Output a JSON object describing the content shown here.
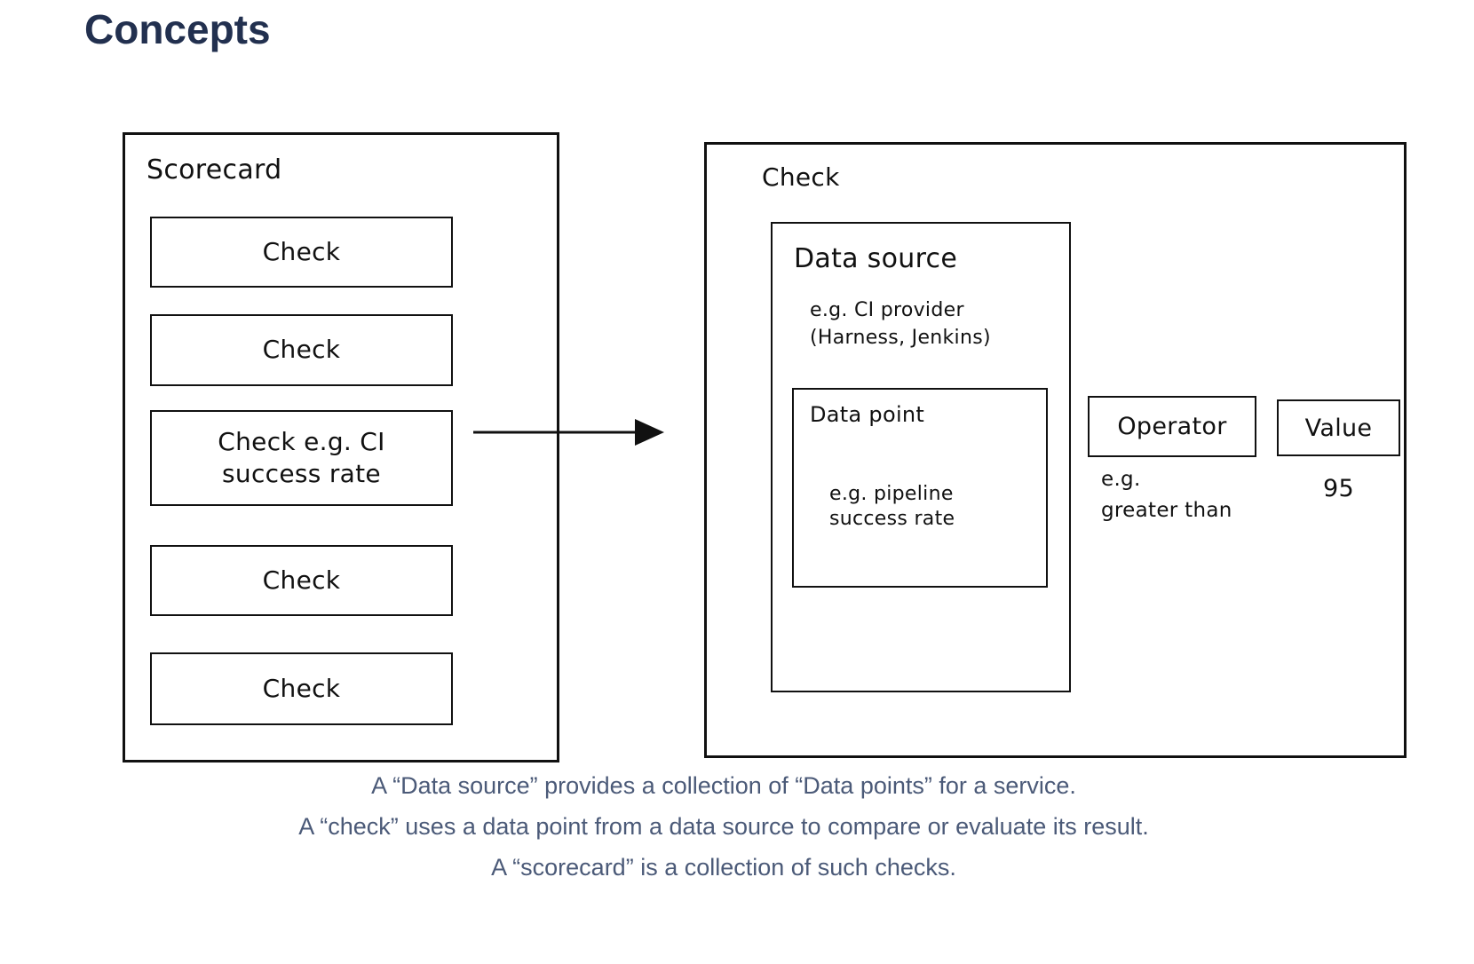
{
  "page": {
    "title": "Concepts"
  },
  "colors": {
    "background": "#ffffff",
    "title_text": "#22304f",
    "diagram_stroke": "#111111",
    "caption_text": "#4b5a78"
  },
  "diagram": {
    "scorecard": {
      "label": "Scorecard",
      "checks": [
        "Check",
        "Check",
        "Check e.g. CI\nsuccess rate",
        "Check",
        "Check"
      ]
    },
    "arrow": "right-arrow",
    "check_detail": {
      "label": "Check",
      "data_source": {
        "title": "Data source",
        "example": "e.g. CI provider\n(Harness, Jenkins)",
        "data_point": {
          "title": "Data point",
          "example": "e.g. pipeline\nsuccess rate"
        }
      },
      "operator": {
        "label": "Operator",
        "example": "e.g.\ngreater than"
      },
      "value": {
        "label": "Value",
        "example": "95"
      }
    }
  },
  "caption": {
    "line1": "A “Data source” provides a collection of “Data points” for a service.",
    "line2": "A “check” uses a data point from a data source to compare or evaluate its result.",
    "line3": "A “scorecard” is a collection of such checks."
  }
}
